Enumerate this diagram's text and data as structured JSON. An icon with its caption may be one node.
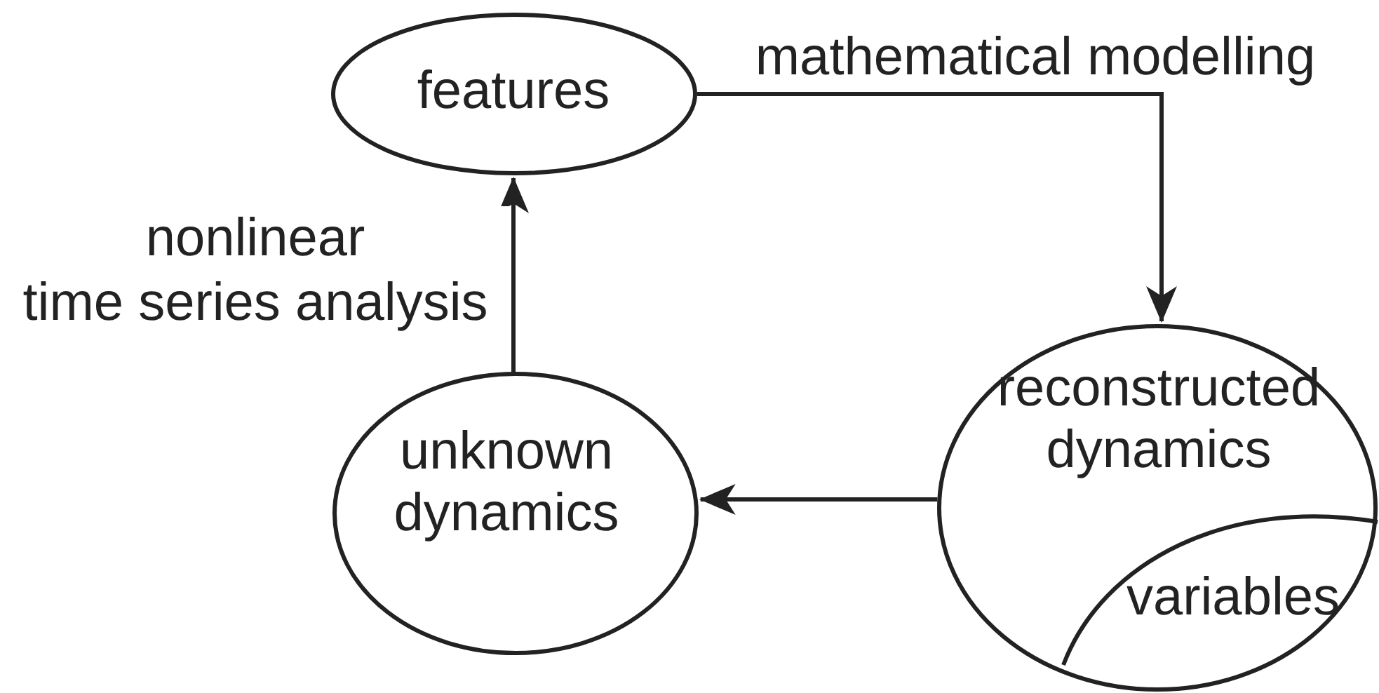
{
  "diagram": {
    "nodes": [
      {
        "text": [
          "features"
        ]
      },
      {
        "text": [
          "unknown dynamics"
        ]
      },
      {
        "text": [
          "reconstructed dynamics"
        ]
      },
      {
        "text": [
          "variables"
        ],
        "in": 2
      }
    ],
    "edges": [
      {
        "from": 0,
        "to": 2,
        "arrow": "to",
        "label": "mathematical modelling"
      },
      {
        "from": 2,
        "to": 1,
        "arrow": "to"
      },
      {
        "from": 1,
        "to": 0,
        "arrow": "to",
        "label": "nonlinear time series analysis"
      }
    ]
  }
}
